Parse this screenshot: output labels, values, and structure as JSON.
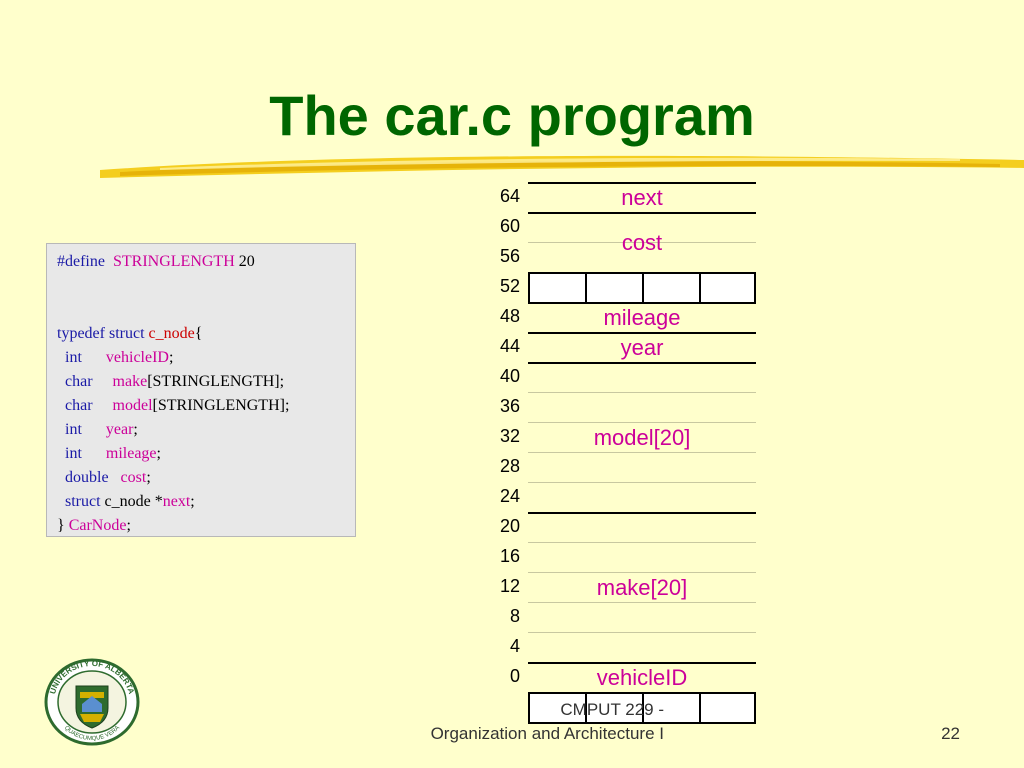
{
  "slide": {
    "title": "The car.c program",
    "course_line1": "CMPUT 229 -",
    "course_line2": "Organization and Architecture I",
    "page_number": "22",
    "logo_text": "UNIVERSITY OF ALBERTA",
    "logo_motto": "QUAECUMQUE VERA"
  },
  "code": {
    "define_kw": "#define",
    "define_name": "STRINGLENGTH",
    "define_value": "20",
    "typedef_kw": "typedef struct",
    "struct_name": "c_node",
    "open_brace": "{",
    "fields": [
      {
        "type": "int",
        "name": "vehicleID",
        "suffix": ";"
      },
      {
        "type": "char",
        "name": "make",
        "suffix": "[STRINGLENGTH];"
      },
      {
        "type": "char",
        "name": "model",
        "suffix": "[STRINGLENGTH];"
      },
      {
        "type": "int",
        "name": "year",
        "suffix": ";"
      },
      {
        "type": "int",
        "name": "mileage",
        "suffix": ";"
      },
      {
        "type": "double",
        "name": "cost",
        "suffix": ";"
      }
    ],
    "next_type": "struct",
    "next_struct": "c_node",
    "next_star": "*",
    "next_name": "next",
    "next_suffix": ";",
    "close_brace": "}",
    "typedef_name": "CarNode",
    "close_suffix": ";"
  },
  "memory": {
    "addresses": [
      "64",
      "60",
      "56",
      "52",
      "48",
      "44",
      "40",
      "36",
      "32",
      "28",
      "24",
      "20",
      "16",
      "12",
      "8",
      "4",
      "0"
    ],
    "labels": {
      "next": "next",
      "cost": "cost",
      "mileage": "mileage",
      "year": "year",
      "model": "model[20]",
      "make": "make[20]",
      "vehicleID": "vehicleID"
    }
  },
  "colors": {
    "background": "#ffffcc",
    "title": "#006600",
    "field_fill": "#ffff99",
    "label": "#cc0099",
    "keyword": "#1a1aa6"
  }
}
